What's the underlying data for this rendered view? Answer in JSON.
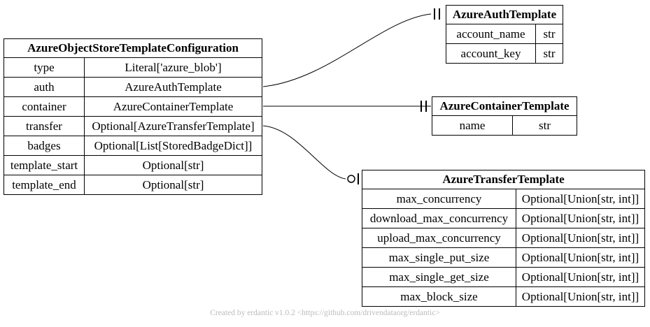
{
  "colors": {
    "line": "#000000",
    "background": "#ffffff",
    "footer_text": "#bcbcbc"
  },
  "footer": "Created by erdantic v1.0.2 <https://github.com/drivendataorg/erdantic>",
  "tables": {
    "config": {
      "title": "AzureObjectStoreTemplateConfiguration",
      "rows": [
        {
          "field": "type",
          "type": "Literal['azure_blob']"
        },
        {
          "field": "auth",
          "type": "AzureAuthTemplate"
        },
        {
          "field": "container",
          "type": "AzureContainerTemplate"
        },
        {
          "field": "transfer",
          "type": "Optional[AzureTransferTemplate]"
        },
        {
          "field": "badges",
          "type": "Optional[List[StoredBadgeDict]]"
        },
        {
          "field": "template_start",
          "type": "Optional[str]"
        },
        {
          "field": "template_end",
          "type": "Optional[str]"
        }
      ]
    },
    "auth": {
      "title": "AzureAuthTemplate",
      "rows": [
        {
          "field": "account_name",
          "type": "str"
        },
        {
          "field": "account_key",
          "type": "str"
        }
      ]
    },
    "container": {
      "title": "AzureContainerTemplate",
      "rows": [
        {
          "field": "name",
          "type": "str"
        }
      ]
    },
    "transfer": {
      "title": "AzureTransferTemplate",
      "rows": [
        {
          "field": "max_concurrency",
          "type": "Optional[Union[str, int]]"
        },
        {
          "field": "download_max_concurrency",
          "type": "Optional[Union[str, int]]"
        },
        {
          "field": "upload_max_concurrency",
          "type": "Optional[Union[str, int]]"
        },
        {
          "field": "max_single_put_size",
          "type": "Optional[Union[str, int]]"
        },
        {
          "field": "max_single_get_size",
          "type": "Optional[Union[str, int]]"
        },
        {
          "field": "max_block_size",
          "type": "Optional[Union[str, int]]"
        }
      ]
    }
  },
  "edges": [
    {
      "from_field": "auth",
      "to": "AzureAuthTemplate",
      "cardinality": "exactly-one"
    },
    {
      "from_field": "container",
      "to": "AzureContainerTemplate",
      "cardinality": "exactly-one"
    },
    {
      "from_field": "transfer",
      "to": "AzureTransferTemplate",
      "cardinality": "zero-or-one"
    }
  ]
}
